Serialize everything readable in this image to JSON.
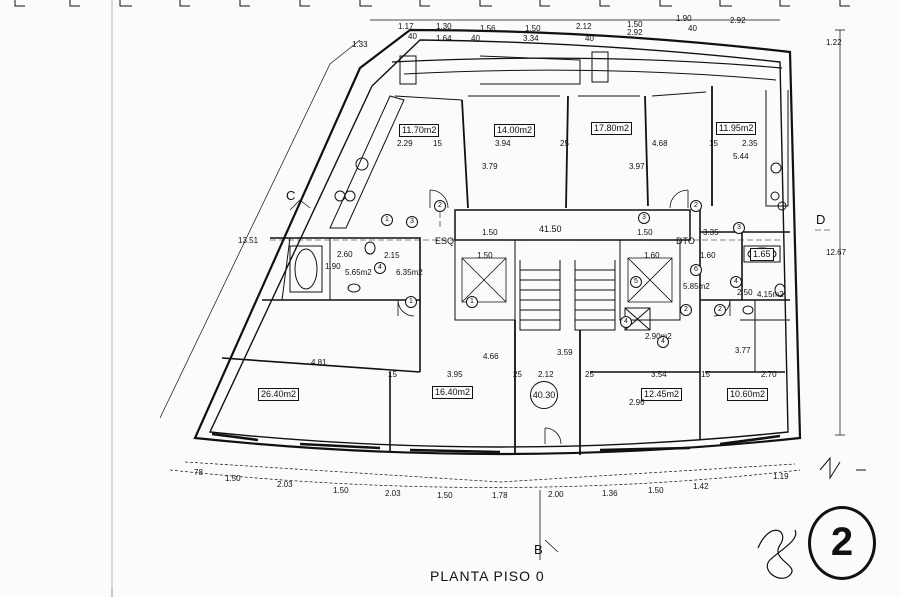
{
  "plan": {
    "title": "PLANTA PISO 0",
    "sheet_number": "2",
    "sections": {
      "c": "C",
      "d": "D",
      "b": "B"
    },
    "room_areas": [
      "11.70m2",
      "14.00m2",
      "17.80m2",
      "11.95m2",
      "26.40m2",
      "16.40m2",
      "12.45m2",
      "10.60m2",
      "5.65m2",
      "6.35m2",
      "5.85m2",
      "4.15m2",
      "2.90m2",
      "1.65",
      "2.60"
    ],
    "room_tags": [
      "ESQ",
      "DTO",
      "41.50",
      "40.30"
    ],
    "door_numbers": [
      "2",
      "3",
      "4",
      "1",
      "1",
      "2",
      "3",
      "4",
      "6",
      "5",
      "2",
      "2",
      "4",
      "3",
      "4",
      "1"
    ],
    "top_dims": [
      "1.17",
      "1.30",
      "1.56",
      "1.50",
      "2.12",
      "1.50",
      "1.90",
      "2.92",
      "40",
      "1.64",
      "40",
      "3.34",
      "40",
      "2.92",
      "40"
    ],
    "bottom_dims": [
      "78",
      "1.50",
      "2.03",
      "1.50",
      "2.03",
      "1.50",
      "1.78",
      "2.00",
      "1.36",
      "1.50",
      "1.42",
      "1.19"
    ],
    "interior_dims": [
      "2.29",
      "15",
      "3.94",
      "25",
      "4.68",
      "15",
      "2.35",
      "3.79",
      "3.97",
      "5.44",
      "1.50",
      "1.50",
      "2.15",
      "1.50",
      "1.60",
      "3.35",
      "1.60",
      "4.81",
      "15",
      "3.95",
      "25",
      "2.12",
      "25",
      "3.54",
      "15",
      "2.70",
      "4.66",
      "3.59",
      "2.96",
      "3.77",
      "2.50",
      "1.90"
    ],
    "side_dims": [
      "1.33",
      "13.51",
      "1.22",
      "12.67"
    ]
  }
}
